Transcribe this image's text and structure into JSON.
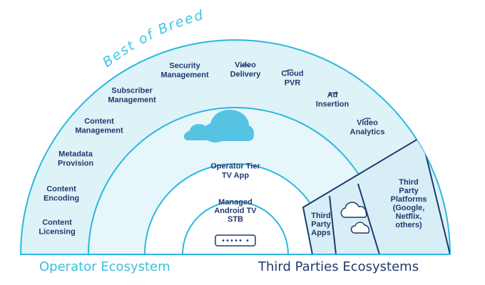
{
  "arc_title": "Best of Breed",
  "outer_labels": [
    {
      "id": "content-licensing",
      "lines": [
        "Content",
        "Licensing"
      ]
    },
    {
      "id": "content-encoding",
      "lines": [
        "Content",
        "Encoding"
      ]
    },
    {
      "id": "metadata-provision",
      "lines": [
        "Metadata",
        "Provision"
      ]
    },
    {
      "id": "content-management",
      "lines": [
        "Content",
        "Management"
      ]
    },
    {
      "id": "subscriber-management",
      "lines": [
        "Subscriber",
        "Management"
      ]
    },
    {
      "id": "security-management",
      "lines": [
        "Security",
        "Management"
      ]
    },
    {
      "id": "video-delivery",
      "lines": [
        "Video",
        "Delivery"
      ]
    },
    {
      "id": "cloud-pvr",
      "lines": [
        "Cloud",
        "PVR"
      ]
    },
    {
      "id": "ad-insertion",
      "lines": [
        "Ad",
        "Insertion"
      ]
    },
    {
      "id": "video-analytics",
      "lines": [
        "Video",
        "Analytics"
      ]
    }
  ],
  "operator_tier": {
    "lines": [
      "Operator Tier",
      "TV App"
    ]
  },
  "managed_stb": {
    "lines": [
      "Managed",
      "Android TV",
      "STB"
    ]
  },
  "third_party_apps": {
    "lines": [
      "Third",
      "Party",
      "Apps"
    ]
  },
  "third_party_platforms": {
    "lines": [
      "Third",
      "Party",
      "Platforms",
      "(Google,",
      "Netflix,",
      "others)"
    ]
  },
  "captions": {
    "operator": "Operator Ecosystem",
    "third_parties": "Third Parties Ecosystems"
  },
  "colors": {
    "outer_fill": "#def3f8",
    "ring_fill": "#e8f7fb",
    "line": "#1f3a6e",
    "light_blue": "#3fc6e6",
    "cloud": "#56c3e3"
  }
}
